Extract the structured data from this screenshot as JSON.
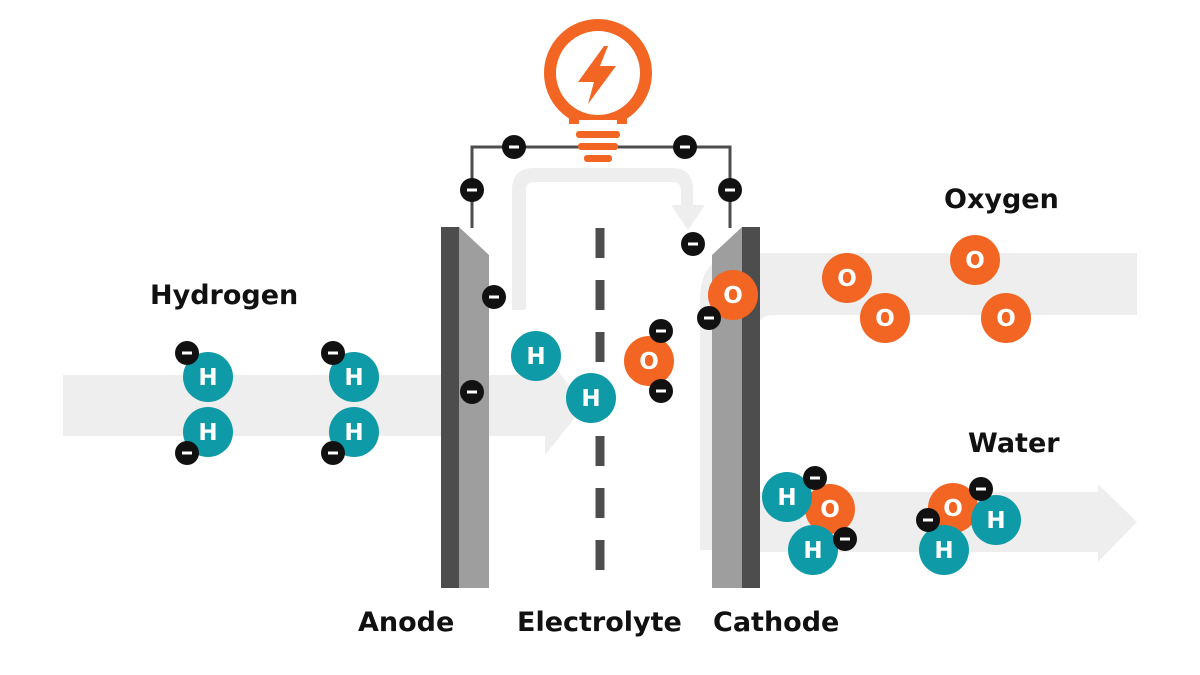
{
  "labels": {
    "hydrogen": "Hydrogen",
    "oxygen": "Oxygen",
    "water": "Water",
    "anode": "Anode",
    "electrolyte": "Electrolyte",
    "cathode": "Cathode"
  },
  "symbols": {
    "hydrogen_atom": "H",
    "oxygen_atom": "O"
  },
  "icons": {
    "power": "lightbulb-icon",
    "bolt": "lightning-bolt-icon"
  },
  "colors": {
    "hydrogen": "#0e9aa7",
    "oxygen": "#f26522",
    "electron": "#111111",
    "flow_arrow": "#eeeeee",
    "electrode_light": "#9e9e9e",
    "electrode_dark": "#4d4d4d",
    "wire": "#4d4d4d"
  }
}
